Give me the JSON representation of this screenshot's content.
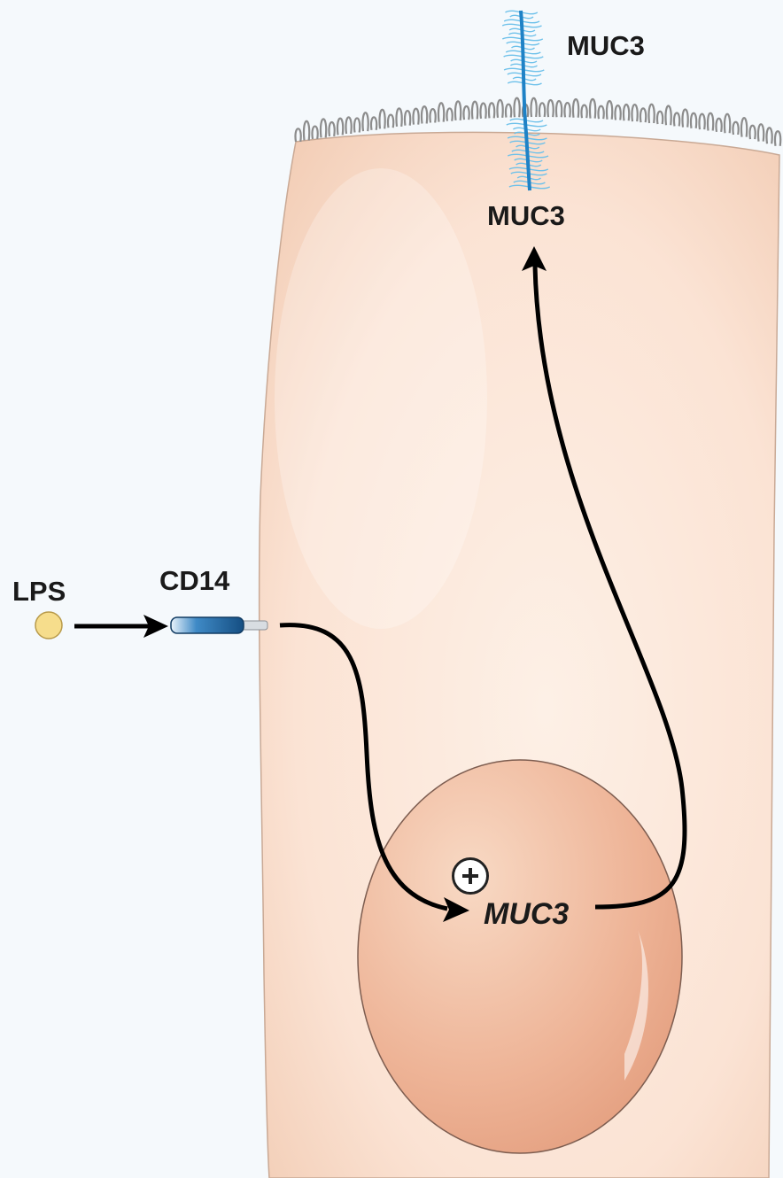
{
  "labels": {
    "lps": "LPS",
    "cd14": "CD14",
    "muc3_top": "MUC3",
    "muc3_protein": "MUC3",
    "muc3_gene": "MUC3"
  },
  "colors": {
    "background": "#f5f9fc",
    "cell_light": "#fbe8dc",
    "cell_dark": "#f1c8ae",
    "nucleus_light": "#f6cfb6",
    "nucleus_dark": "#e7a687",
    "mucin": "#1f82c6",
    "mucin_light": "#6ec1ea",
    "cd14": "#1d5f98",
    "lps": "#f6dd8c",
    "arrow": "#000000"
  },
  "icons": {
    "plus": "plus-circle-icon",
    "lps": "lps-molecule-icon",
    "cd14": "cd14-receptor-icon",
    "mucin": "mucin-glycoprotein-icon"
  }
}
